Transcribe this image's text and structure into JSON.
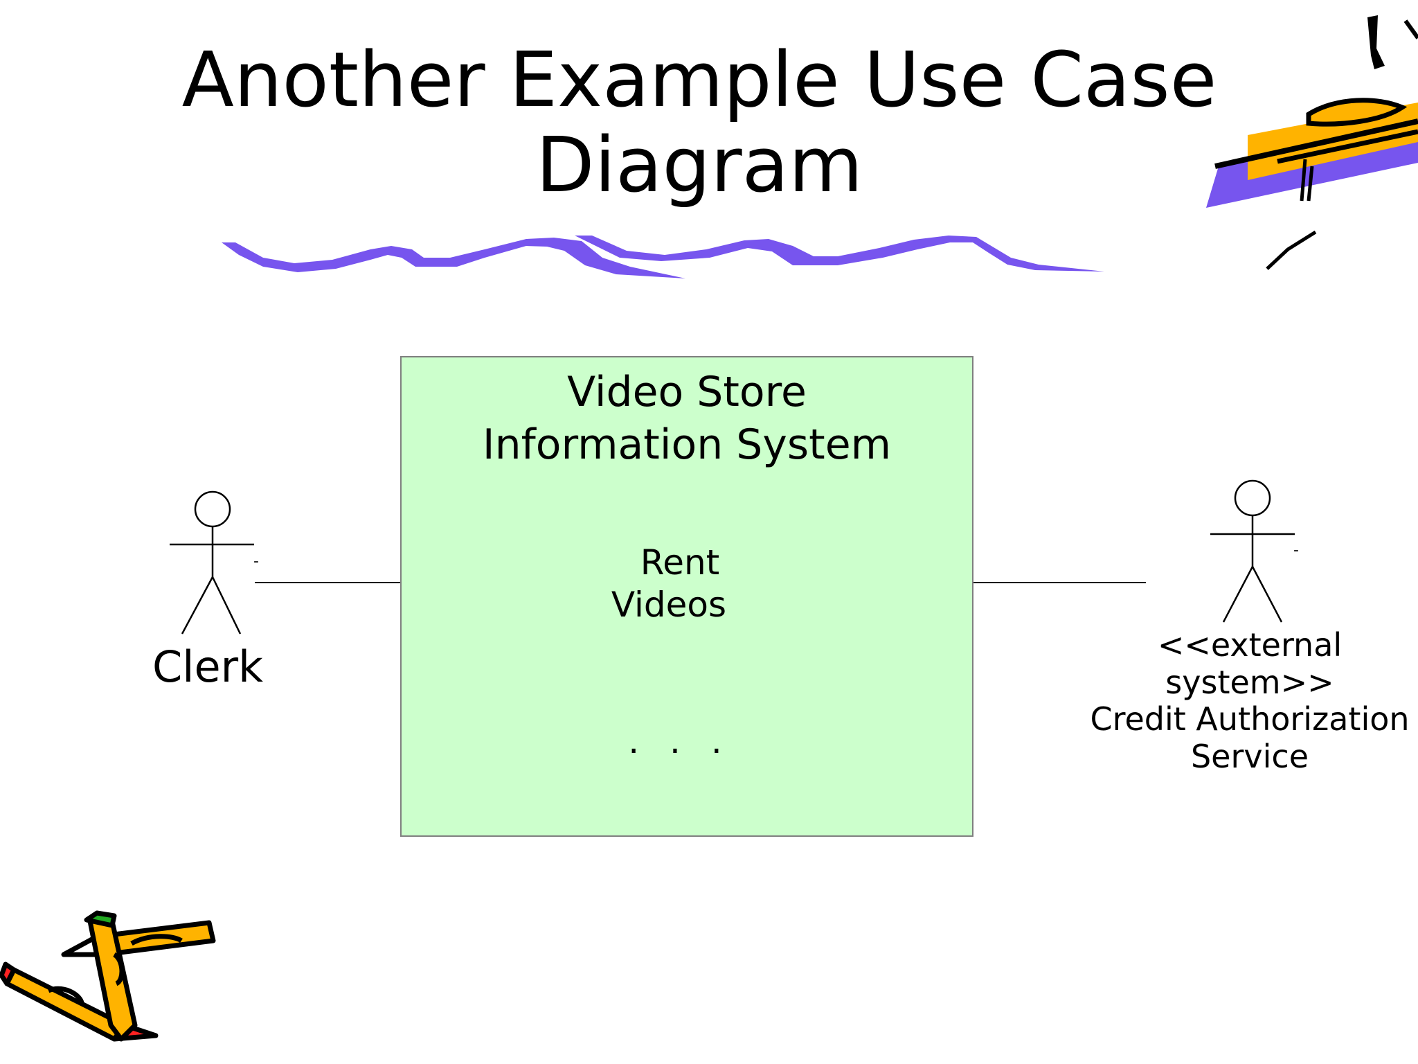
{
  "title": {
    "line1": "Another Example Use Case",
    "line2": "Diagram"
  },
  "system": {
    "line1": "Video Store",
    "line2": "Information System"
  },
  "use_cases": [
    {
      "line1": "Rent",
      "line2": "Videos"
    },
    {
      "label": ". . ."
    }
  ],
  "actors": {
    "clerk": {
      "label": "Clerk",
      "tick": "-"
    },
    "external": {
      "line1": "<<external",
      "line2": "system>>",
      "line3": "Credit Authorization",
      "line4": "Service",
      "tick": "-"
    }
  },
  "colors": {
    "system_fill": "#ccffcc",
    "use_case_fill": "#ffff00",
    "wave": "#7755ee",
    "pencil_body": "#ffb300",
    "clip_purple": "#7755ee"
  },
  "decorations": [
    "pencils-clipart",
    "pen-and-paper-clipart",
    "purple-wave-underline"
  ]
}
